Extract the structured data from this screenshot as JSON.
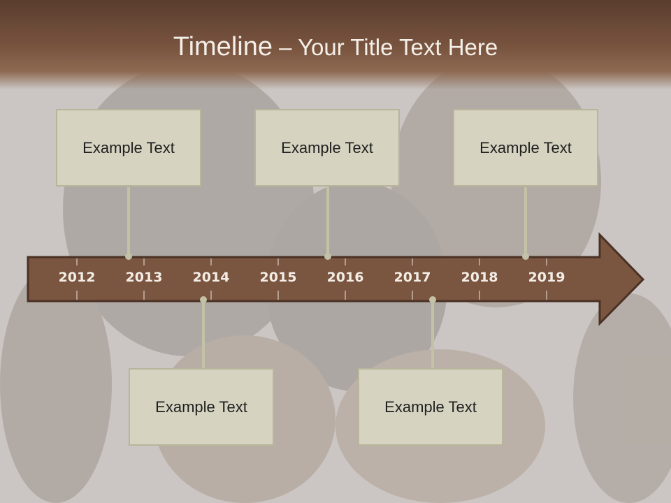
{
  "slide": {
    "title_main": "Timeline",
    "title_dash": " – ",
    "title_sub": "Your Title Text Here"
  },
  "timeline": {
    "years": [
      "2012",
      "2013",
      "2014",
      "2015",
      "2016",
      "2017",
      "2018",
      "2019"
    ],
    "top_boxes": [
      "Example Text",
      "Example Text",
      "Example Text"
    ],
    "bottom_boxes": [
      "Example Text",
      "Example Text"
    ]
  },
  "colors": {
    "arrow_fill": "#7a5540",
    "arrow_stroke": "#4a3124",
    "box_fill": "#d6d4c1",
    "connector": "#c3c1a6"
  }
}
